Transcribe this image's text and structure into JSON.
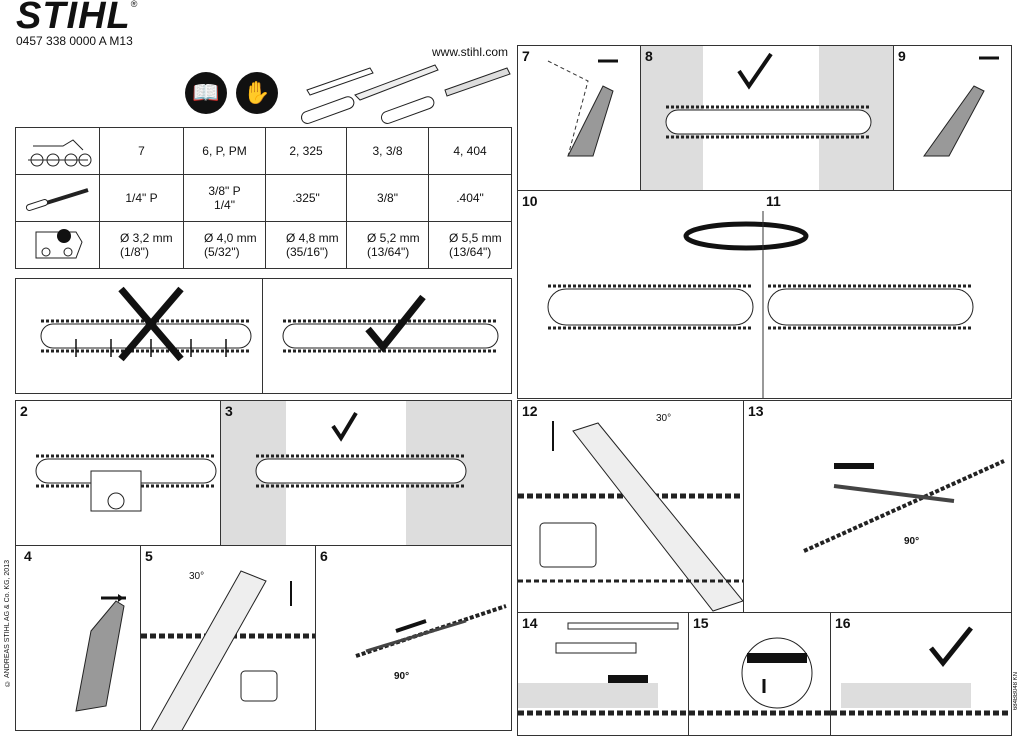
{
  "header": {
    "brand": "STIHL",
    "registered": "®",
    "part_number": "0457 338 0000 A M13",
    "url": "www.stihl.com"
  },
  "table": {
    "rows": [
      {
        "icon": "chain-cutter-icon",
        "cells": [
          "7",
          "6, P, PM",
          "2, 325",
          "3, 3/8",
          "4, 404"
        ]
      },
      {
        "icon": "file-holder-icon",
        "cells": [
          "1/4\" P",
          "3/8\" P\n1/4\"",
          ".325\"",
          "3/8\"",
          ".404\""
        ]
      },
      {
        "icon": "file-diameter-icon",
        "cells": [
          "Ø 3,2 mm\n(1/8\")",
          "Ø 4,0 mm\n(5/32\")",
          "Ø 4,8 mm\n(35/16\")",
          "Ø 5,2 mm\n(13/64\")",
          "Ø 5,5 mm\n(13/64\")"
        ]
      }
    ]
  },
  "steps": [
    "2",
    "3",
    "4",
    "5",
    "6",
    "7",
    "8",
    "9",
    "10",
    "11",
    "12",
    "13",
    "14",
    "15",
    "16"
  ],
  "angles": {
    "a5": "30°",
    "a6": "90°",
    "a12": "30°",
    "a13": "90°"
  },
  "copyright": "© ANDREAS STIHL AG & Co. KG, 2013",
  "doc_code": "684BB048 KN"
}
